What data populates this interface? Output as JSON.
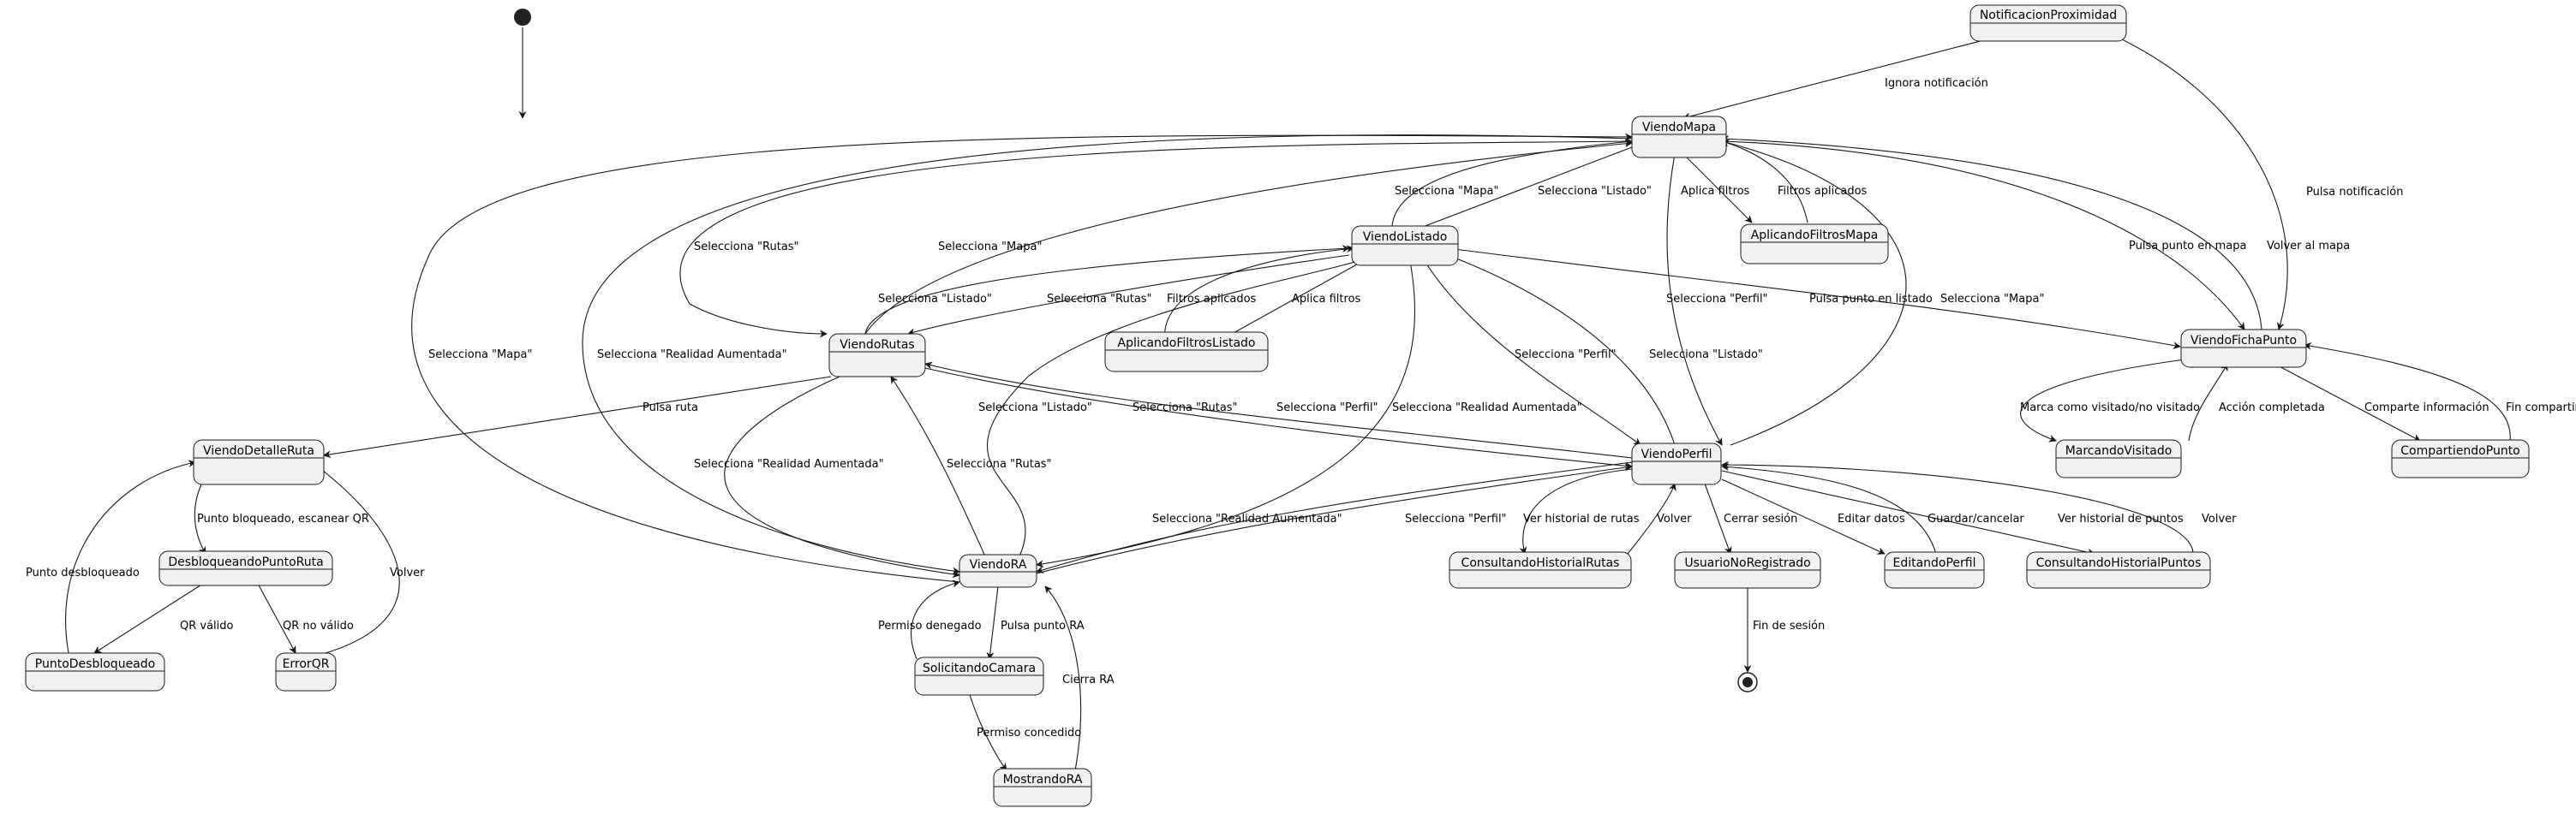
{
  "diagram": {
    "states": {
      "notificacion_proximidad": "NotificacionProximidad",
      "viendo_mapa": "ViendoMapa",
      "viendo_listado": "ViendoListado",
      "aplicando_filtros_mapa": "AplicandoFiltrosMapa",
      "viendo_rutas": "ViendoRutas",
      "aplicando_filtros_listado": "AplicandoFiltrosListado",
      "viendo_ficha_punto": "ViendoFichaPunto",
      "viendo_detalle_ruta": "ViendoDetalleRuta",
      "viendo_perfil": "ViendoPerfil",
      "desbloqueando_punto_ruta": "DesbloqueandoPuntoRuta",
      "viendo_ra": "ViendoRA",
      "consultando_historial_rutas": "ConsultandoHistorialRutas",
      "usuario_no_registrado": "UsuarioNoRegistrado",
      "editando_perfil": "EditandoPerfil",
      "consultando_historial_puntos": "ConsultandoHistorialPuntos",
      "marcando_visitado": "MarcandoVisitado",
      "compartiendo_punto": "CompartiendoPunto",
      "punto_desbloqueado": "PuntoDesbloqueado",
      "error_qr": "ErrorQR",
      "solicitando_camara": "SolicitandoCamara",
      "mostrando_ra": "MostrandoRA"
    },
    "transitions": {
      "ignora_notificacion": "Ignora notificación",
      "pulsa_notificacion": "Pulsa notificación",
      "mapa_listado": "Selecciona \"Listado\"",
      "listado_mapa": "Selecciona \"Mapa\"",
      "aplica_filtros_mapa": "Aplica filtros",
      "filtros_aplicados_mapa": "Filtros aplicados",
      "mapa_rutas": "Selecciona \"Rutas\"",
      "rutas_mapa": "Selecciona \"Mapa\"",
      "ra_mapa": "Selecciona \"Mapa\"",
      "mapa_ra": "Selecciona \"Realidad Aumentada\"",
      "mapa_perfil": "Selecciona \"Perfil\"",
      "perfil_mapa": "Selecciona \"Mapa\"",
      "pulsa_punto_mapa": "Pulsa punto en mapa",
      "volver_mapa": "Volver al mapa",
      "rutas_listado": "Selecciona \"Listado\"",
      "listado_rutas": "Selecciona \"Rutas\"",
      "filtros_aplicados_listado": "Filtros aplicados",
      "aplica_filtros_listado": "Aplica filtros",
      "pulsa_punto_listado": "Pulsa punto en listado",
      "listado_perfil": "Selecciona \"Perfil\"",
      "perfil_listado": "Selecciona \"Listado\"",
      "listado_ra": "Selecciona \"Realidad Aumentada\"",
      "ra_listado": "Selecciona \"Listado\"",
      "pulsa_ruta": "Pulsa ruta",
      "perfil_rutas": "Selecciona \"Rutas\"",
      "rutas_perfil": "Selecciona \"Perfil\"",
      "rutas_ra": "Selecciona \"Realidad Aumentada\"",
      "ra_rutas": "Selecciona \"Rutas\"",
      "perfil_ra": "Selecciona \"Realidad Aumentada\"",
      "ra_perfil": "Selecciona \"Perfil\"",
      "ver_historial_rutas": "Ver historial de rutas",
      "volver_hr": "Volver",
      "cerrar_sesion": "Cerrar sesión",
      "editar_datos": "Editar datos",
      "guardar_cancelar": "Guardar/cancelar",
      "ver_historial_puntos": "Ver historial de puntos",
      "volver_hp": "Volver",
      "marca_visitado": "Marca como visitado/no visitado",
      "accion_completada": "Acción completada",
      "comparte_info": "Comparte información",
      "fin_compartir": "Fin compartir",
      "punto_bloqueado": "Punto bloqueado, escanear QR",
      "qr_valido": "QR válido",
      "qr_no_valido": "QR no válido",
      "punto_desbloqueado_lbl": "Punto desbloqueado",
      "volver_qr": "Volver",
      "pulsa_punto_ra": "Pulsa punto RA",
      "permiso_denegado": "Permiso denegado",
      "permiso_concedido": "Permiso concedido",
      "cierra_ra": "Cierra RA",
      "fin_sesion": "Fin de sesión"
    }
  }
}
